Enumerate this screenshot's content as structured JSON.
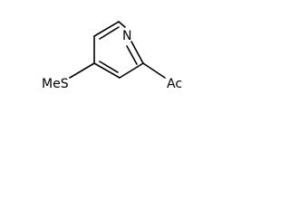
{
  "molecule": {
    "atoms": {
      "nitrogen": "N",
      "methylthio": "MeS",
      "acetyl": "Ac"
    },
    "colors": {
      "bond": "#000000",
      "background": "#ffffff"
    }
  }
}
